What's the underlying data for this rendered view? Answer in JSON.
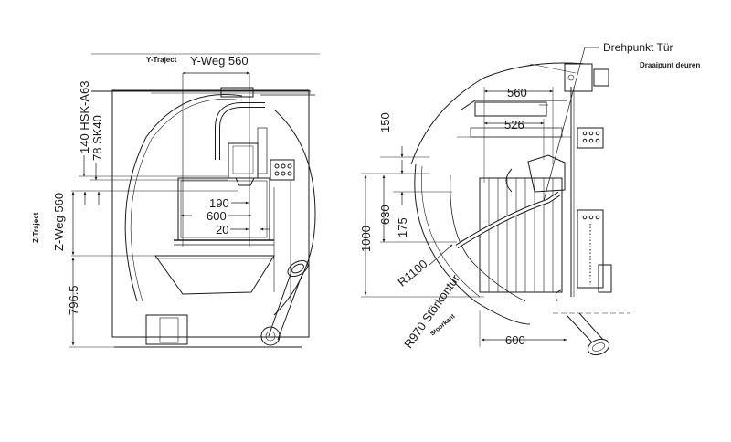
{
  "drawing": {
    "left_view": {
      "labels": {
        "y_traject": "Y-Traject",
        "y_weg": "Y-Weg 560",
        "hsk": "140 HSK-A63",
        "sk40": "78 SK40",
        "z_traject": "Z-Traject",
        "z_weg": "Z-Weg 560",
        "dim_7965": "796.5",
        "dim_190": "190",
        "dim_600": "600",
        "dim_20": "20"
      }
    },
    "right_view": {
      "labels": {
        "drehpunkt": "Drehpunkt Tür",
        "draaipunt": "Draaipunt deuren",
        "dim_560": "560",
        "dim_526": "526",
        "dim_150": "150",
        "dim_630": "630",
        "dim_175": "175",
        "dim_1000": "1000",
        "r1100": "R1100",
        "r970": "R970 Störkontur",
        "stoorkant": "Stoorkant",
        "dim_600": "600"
      }
    },
    "colors": {
      "line": "#1a1a1a",
      "background": "#ffffff",
      "ghost_text": "#c8c8c8"
    }
  }
}
